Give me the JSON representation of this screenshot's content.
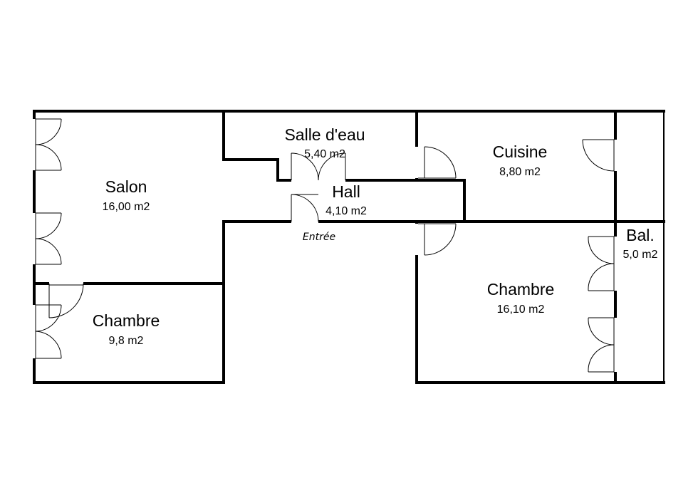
{
  "rooms": {
    "salon": {
      "name": "Salon",
      "area": "16,00 m2"
    },
    "salle_deau": {
      "name": "Salle d'eau",
      "area": "5,40 m2"
    },
    "cuisine": {
      "name": "Cuisine",
      "area": "8,80 m2"
    },
    "hall": {
      "name": "Hall",
      "area": "4,10 m2"
    },
    "balcon": {
      "name": "Bal.",
      "area": "5,0 m2"
    },
    "chambre_right": {
      "name": "Chambre",
      "area": "16,10 m2"
    },
    "chambre_left": {
      "name": "Chambre",
      "area": "9,8 m2"
    }
  },
  "entrance_label": "Entrée"
}
